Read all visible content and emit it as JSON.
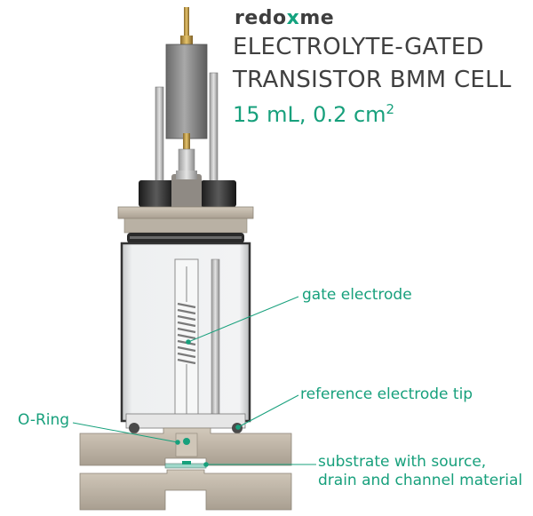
{
  "brand": {
    "prefix": "redo",
    "x": "x",
    "suffix": "me"
  },
  "title": {
    "line1": "ELECTROLYTE-GATED",
    "line2": "TRANSISTOR BMM CELL"
  },
  "spec": {
    "text": "15 mL, 0.2 cm",
    "sup": "2"
  },
  "labels": {
    "gate": "gate electrode",
    "reference": "reference electrode tip",
    "oring": "O-Ring",
    "substrate_1": "substrate with source,",
    "substrate_2": "drain and channel material"
  },
  "colors": {
    "accent": "#17a07c",
    "text": "#404040"
  }
}
